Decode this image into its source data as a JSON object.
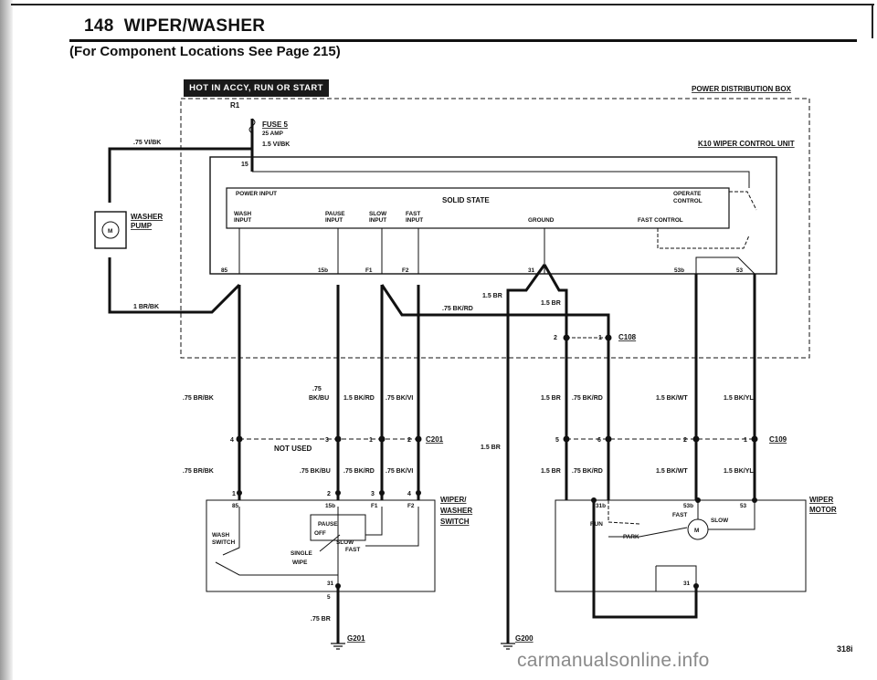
{
  "header": {
    "page_number": "148",
    "title": "WIPER/WASHER",
    "subtitle": "(For Component Locations See Page 215)"
  },
  "badge": {
    "hot_label": "HOT IN ACCY, RUN OR START"
  },
  "labels": {
    "power_distribution_box": "POWER DISTRIBUTION BOX",
    "r1": "R1",
    "fuse_name": "FUSE 5",
    "fuse_amp": "25 AMP",
    "wire_15_vi_bk": "1.5 VI/BK",
    "wire_75_vi_bk_left": ".75 VI/BK",
    "k10_unit": "K10 WIPER CONTROL UNIT",
    "term_15": "15",
    "power_input": "POWER INPUT",
    "solid_state": "SOLID STATE",
    "operate_control_1": "OPERATE",
    "operate_control_2": "CONTROL",
    "wash_input_1": "WASH",
    "wash_input_2": "INPUT",
    "pause_input_1": "PAUSE",
    "pause_input_2": "INPUT",
    "slow_input_1": "SLOW",
    "slow_input_2": "INPUT",
    "fast_input_1": "FAST",
    "fast_input_2": "INPUT",
    "ground": "GROUND",
    "fast_control": "FAST CONTROL",
    "pin_85": "85",
    "pin_15b": "15b",
    "pin_f1": "F1",
    "pin_f2": "F2",
    "pin_31": "31",
    "pin_53b": "53b",
    "pin_53": "53",
    "washer_pump_1": "WASHER",
    "washer_pump_2": "PUMP",
    "motor_m": "M",
    "wire_1_br_bk": "1 BR/BK",
    "wire_15_br_a": "1.5 BR",
    "wire_75_bk_rd_top": ".75 BK/RD",
    "wire_15_br_b": "1.5 BR",
    "c108_pin_2": "2",
    "c108_pin_1": "1",
    "c108": "C108",
    "wire_75_br_bk_a": ".75 BR/BK",
    "wire_75_a": ".75",
    "wire_bk_bu_a": "BK/BU",
    "wire_15_bk_rd_a": "1.5 BK/RD",
    "wire_75_bk_vi_a": ".75 BK/VI",
    "wire_15_br_c": "1.5 BR",
    "wire_75_bk_rd_b": ".75 BK/RD",
    "wire_15_bk_wt_a": "1.5 BK/WT",
    "wire_15_bk_yl_a": "1.5 BK/YL",
    "c201_pin_4": "4",
    "c201_pin_3": "3",
    "c201_pin_1": "1",
    "c201_pin_2": "2",
    "c201": "C201",
    "not_used": "NOT USED",
    "wire_15_br_d": "1.5 BR",
    "c109_pin_5": "5",
    "c109_pin_6": "6",
    "c109_pin_2": "2",
    "c109_pin_1": "1",
    "c109": "C109",
    "wire_75_br_bk_b": ".75 BR/BK",
    "wire_75_bk_bu_b": ".75 BK/BU",
    "wire_75_bk_rd_c": ".75 BK/RD",
    "wire_75_bk_vi_b": ".75 BK/VI",
    "wire_15_br_e": "1.5 BR",
    "wire_75_bk_rd_d": ".75 BK/RD",
    "wire_15_bk_wt_b": "1.5 BK/WT",
    "wire_15_bk_yl_b": "1.5 BK/YL",
    "sw_pin_1": "1",
    "sw_pin_2": "2",
    "sw_pin_3": "3",
    "sw_pin_4": "4",
    "sw_85": "85",
    "sw_15b": "15b",
    "sw_f1": "F1",
    "sw_f2": "F2",
    "wiper_washer_switch_1": "WIPER/",
    "wiper_washer_switch_2": "WASHER",
    "wiper_washer_switch_3": "SWITCH",
    "wash_switch_1": "WASH",
    "wash_switch_2": "SWITCH",
    "pause": "PAUSE",
    "off": "OFF",
    "slow": "SLOW",
    "fast": "FAST",
    "single_wipe_1": "SINGLE",
    "single_wipe_2": "WIPE",
    "sw_31": "31",
    "sw_5": "5",
    "wire_75_br_bottom": ".75 BR",
    "g201": "G201",
    "g200": "G200",
    "motor_31b": "31b",
    "motor_53b": "53b",
    "motor_53": "53",
    "motor_fast": "FAST",
    "motor_slow": "SLOW",
    "motor_run": "RUN",
    "motor_park": "PARK",
    "motor_31": "31",
    "wiper_motor_1": "WIPER",
    "wiper_motor_2": "MOTOR"
  },
  "footer": {
    "code": "318i"
  },
  "watermark": "carmanualsonline.info",
  "colors": {
    "ink": "#111111",
    "paper": "#ffffff",
    "badge": "#1a1a1a"
  },
  "icons": [
    "motor-icon",
    "ground-icon",
    "fuse-icon",
    "connector-icon"
  ]
}
